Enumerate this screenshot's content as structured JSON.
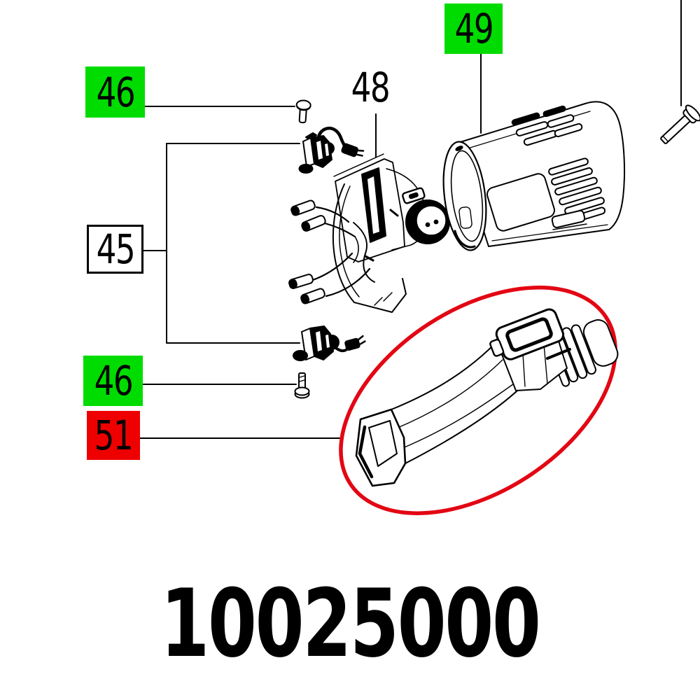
{
  "diagram": {
    "part_number": "10025000",
    "callouts": {
      "c49": {
        "label": "49",
        "style": "green"
      },
      "c46t": {
        "label": "46",
        "style": "green"
      },
      "c48": {
        "label": "48",
        "style": "plain"
      },
      "c45": {
        "label": "45",
        "style": "outlined"
      },
      "c46b": {
        "label": "46",
        "style": "green"
      },
      "c51": {
        "label": "51",
        "style": "red"
      }
    },
    "colors": {
      "green_box": "#00dc00",
      "red_box": "#ee0000",
      "highlight_red": "#e30613",
      "line": "#000000",
      "background": "#ffffff"
    }
  }
}
